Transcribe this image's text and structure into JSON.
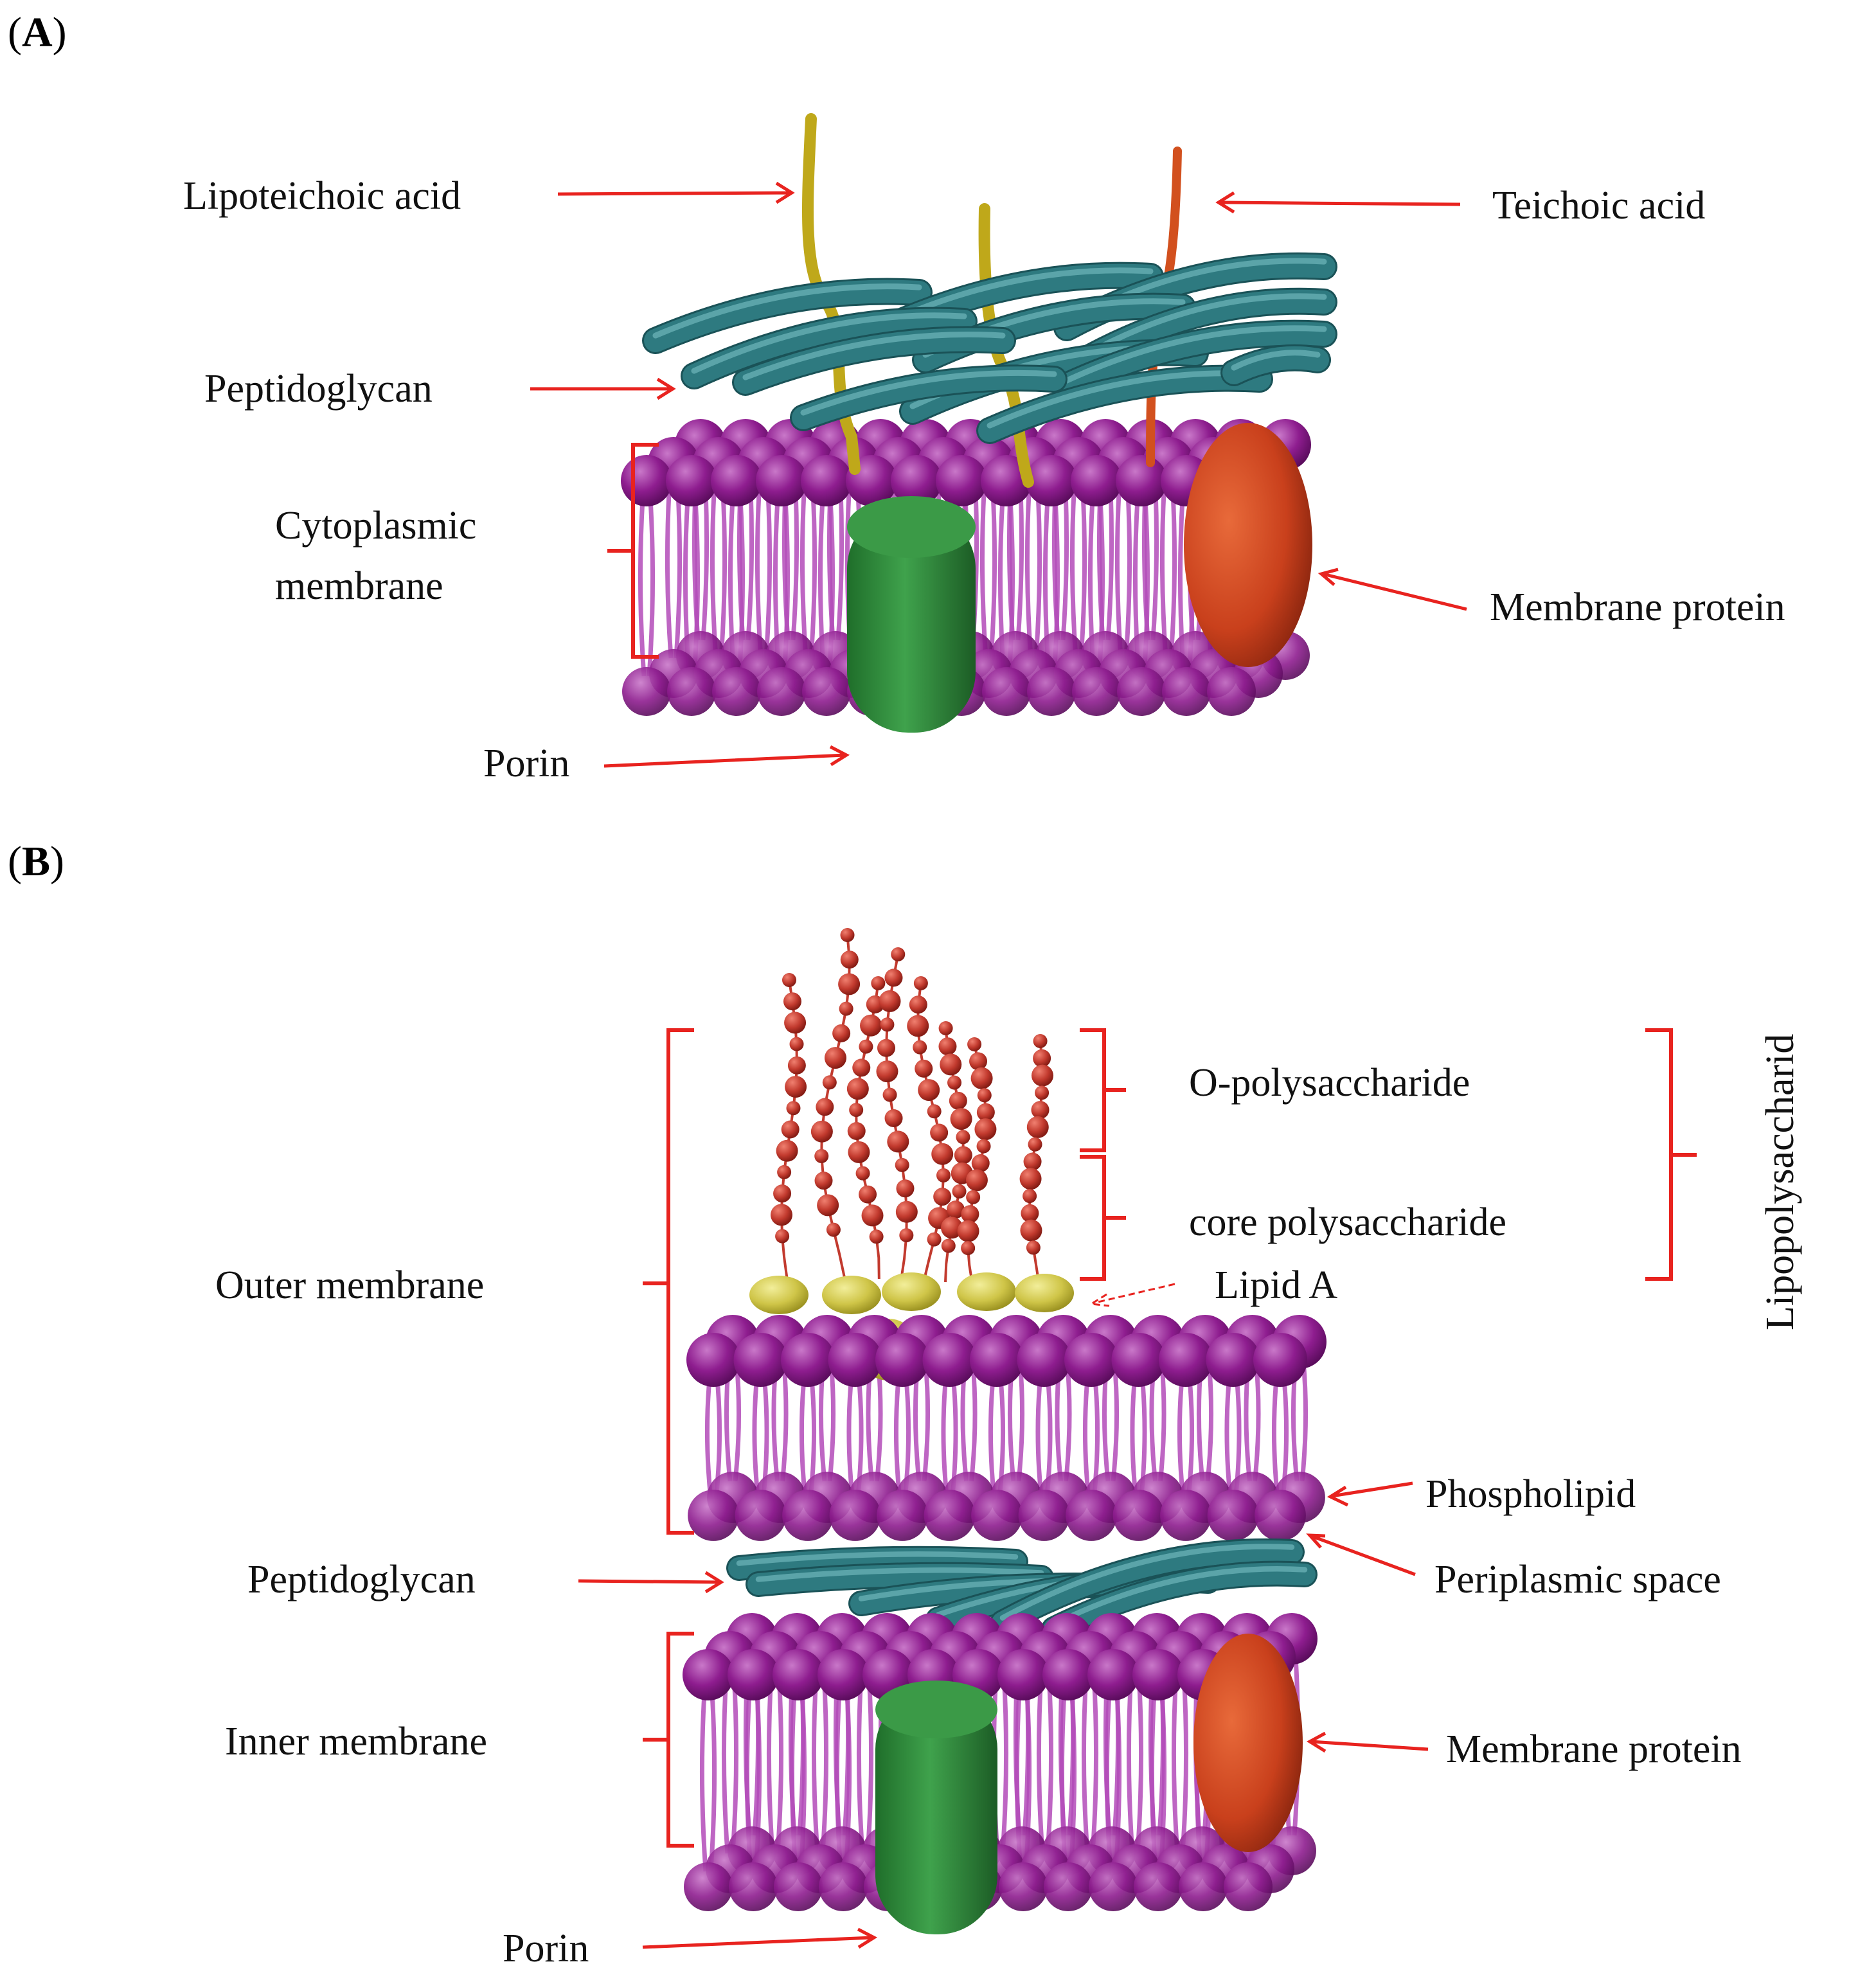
{
  "panels": {
    "a": {
      "open": "(",
      "letter": "A",
      "close": ")"
    },
    "b": {
      "open": "(",
      "letter": "B",
      "close": ")"
    }
  },
  "labels_a": {
    "lipoteichoic_acid": "Lipoteichoic acid",
    "teichoic_acid": "Teichoic acid",
    "peptidoglycan": "Peptidoglycan",
    "cytoplasmic_line1": "Cytoplasmic",
    "cytoplasmic_line2": "membrane",
    "membrane_protein": "Membrane protein",
    "porin": "Porin"
  },
  "labels_b": {
    "lipopolysaccharid": "Lipopolysaccharid",
    "o_polysaccharide": "O-polysaccharide",
    "core_polysaccharide": "core polysaccharide",
    "lipid_a": "Lipid A",
    "outer_membrane": "Outer membrane",
    "phospholipid": "Phospholipid",
    "peptidoglycan": "Peptidoglycan",
    "periplasmic_space": "Periplasmic space",
    "inner_membrane": "Inner membrane",
    "membrane_protein": "Membrane protein",
    "porin": "Porin"
  },
  "colors": {
    "phospholipid_head": "#8e1d8f",
    "phospholipid_tail": "#b34bb8",
    "peptidoglycan": "#2e7a80",
    "porin": "#2e8a3a",
    "membrane_protein": "#c9401c",
    "lipoteichoic_acid": "#bfa81a",
    "teichoic_acid": "#d2501e",
    "lps_chain": "#c23a2e",
    "lipid_a": "#d6cf55",
    "arrow": "#e8231f"
  }
}
